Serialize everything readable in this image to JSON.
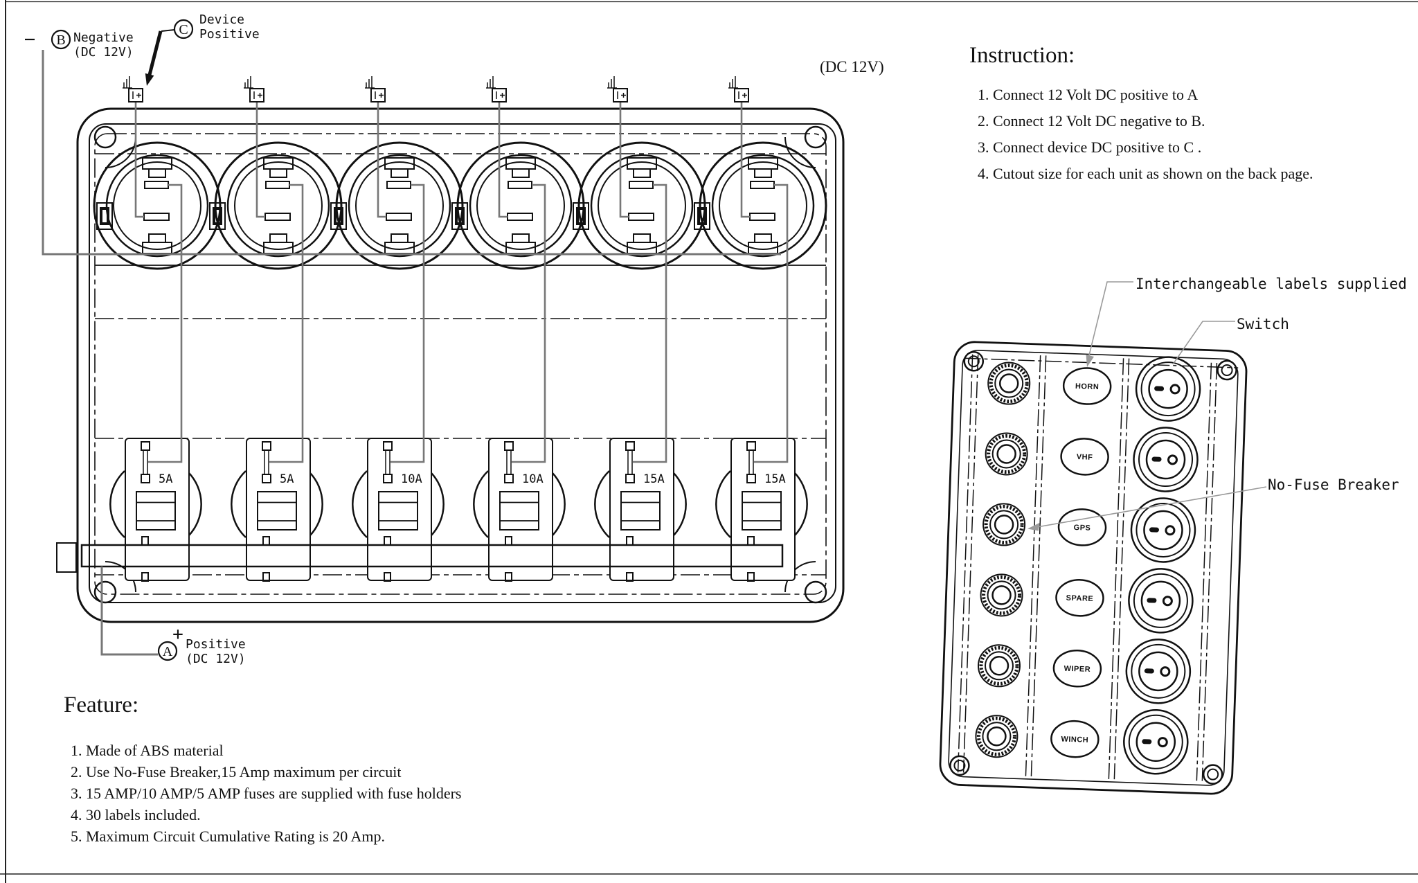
{
  "b_label": {
    "minus": "−",
    "letter": "B",
    "line1": "Negative",
    "line2": "(DC 12V)"
  },
  "c_label": {
    "letter": "C",
    "line1": "Device",
    "line2": "Positive"
  },
  "a_label": {
    "plus": "+",
    "letter": "A",
    "line1": "Positive",
    "line2": "(DC 12V)"
  },
  "dc12v": "(DC 12V)",
  "instruction": {
    "title": "Instruction:",
    "items": [
      "1. Connect 12 Volt DC positive to A",
      "2. Connect 12 Volt DC negative to B.",
      "3. Connect device DC positive to  C .",
      "4. Cutout size for each unit as shown on the back page."
    ]
  },
  "feature": {
    "title": "Feature:",
    "items": [
      "1. Made of ABS material",
      "2. Use No-Fuse Breaker,15 Amp maximum per circuit",
      "3. 15 AMP/10 AMP/5 AMP fuses are supplied with fuse holders",
      "4. 30 labels included.",
      "5. Maximum Circuit Cumulative Rating is 20 Amp."
    ]
  },
  "fuse_ratings": [
    "5A",
    "5A",
    "10A",
    "10A",
    "15A",
    "15A"
  ],
  "switch_labels": [
    "HORN",
    "VHF",
    "GPS",
    "SPARE",
    "WIPER",
    "WINCH"
  ],
  "annotations": {
    "labels_supplied": "Interchangeable labels supplied",
    "switch": "Switch",
    "breaker": "No-Fuse Breaker"
  },
  "colors": {
    "line": "#111111",
    "wire": "#777777",
    "leader": "#9a9a9a"
  }
}
